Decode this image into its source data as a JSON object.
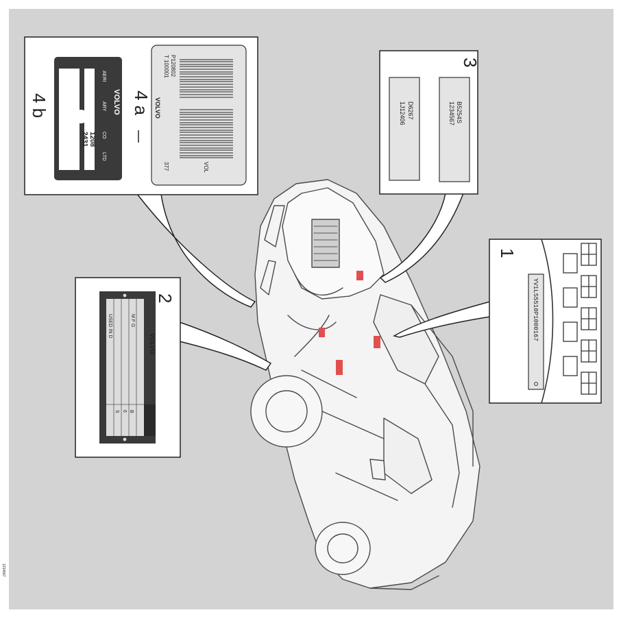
{
  "callouts": {
    "c1": {
      "number": "1",
      "vin_plate_text": "YV1LS5510P1000167"
    },
    "c2": {
      "number": "2",
      "plate_brand": "VOLVO",
      "row_labels": [
        "M F G",
        "USED IN D"
      ],
      "bottom_codes": [
        "B",
        "6",
        "S"
      ]
    },
    "c3": {
      "number": "3",
      "plate_a_lines": [
        "B5254S",
        "1234567"
      ],
      "plate_b_lines": [
        "D6267",
        "1J12406"
      ]
    },
    "c4a": {
      "number": "4 a",
      "brand": "VOLVO",
      "left_codes": [
        "P120802",
        "T 100001"
      ],
      "right_codes": [
        "VOL",
        "377"
      ]
    },
    "c4b": {
      "number": "4 b",
      "brand": "VOLVO",
      "fields": [
        "AERI",
        "ARY",
        "CO",
        "LTD"
      ],
      "codes": [
        "1208",
        "2431"
      ]
    }
  },
  "margin_code": "1234567",
  "colors": {
    "background": "#d3d3d3",
    "panel": "#ffffff",
    "label_plate": "#e4e4e4",
    "dark_plate": "#3a3a3a",
    "highlight_red": "#e05050"
  }
}
